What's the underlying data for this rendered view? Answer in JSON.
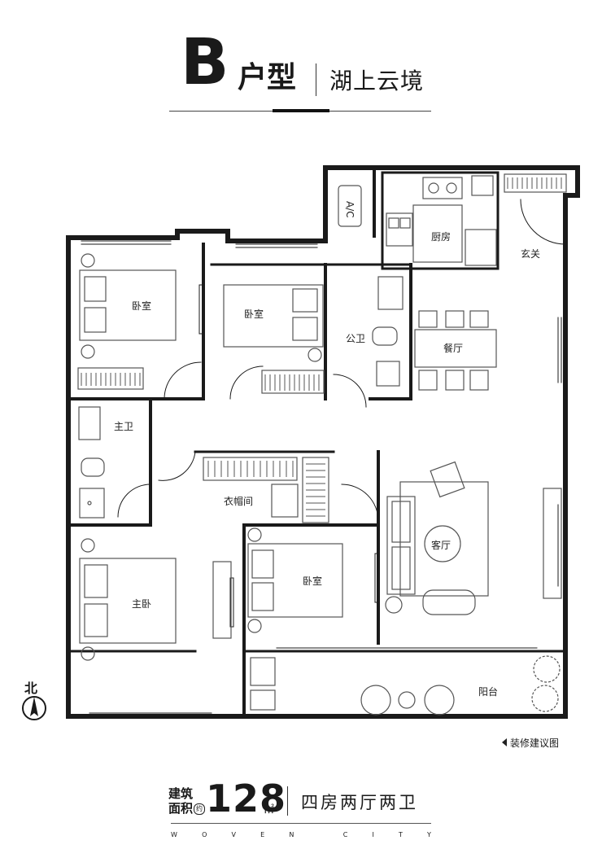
{
  "header": {
    "letter": "B",
    "type": "户型",
    "project": "湖上云境"
  },
  "rooms": {
    "bedroom_1": "卧室",
    "bedroom_2": "卧室",
    "bedroom_3": "卧室",
    "master_bedroom": "主卧",
    "master_bath": "主卫",
    "public_bath": "公卫",
    "kitchen": "厨房",
    "dining": "餐厅",
    "living": "客厅",
    "entry": "玄关",
    "walk_in_closet": "衣帽间",
    "balcony": "阳台",
    "ac_label": "A/C"
  },
  "compass": {
    "label": "北"
  },
  "note": "装修建议图",
  "footer": {
    "area_label_top": "建筑",
    "area_label_bottom": "面积",
    "area_marker": "约",
    "area_value": "128",
    "area_unit": "㎡",
    "layout_desc": "四房两厅两卫",
    "brand_letters": [
      "W",
      "O",
      "V",
      "E",
      "N",
      " ",
      "C",
      "I",
      "T",
      "Y"
    ]
  },
  "colors": {
    "wall": "#1a1a1a",
    "line": "#444444",
    "background": "#ffffff"
  }
}
